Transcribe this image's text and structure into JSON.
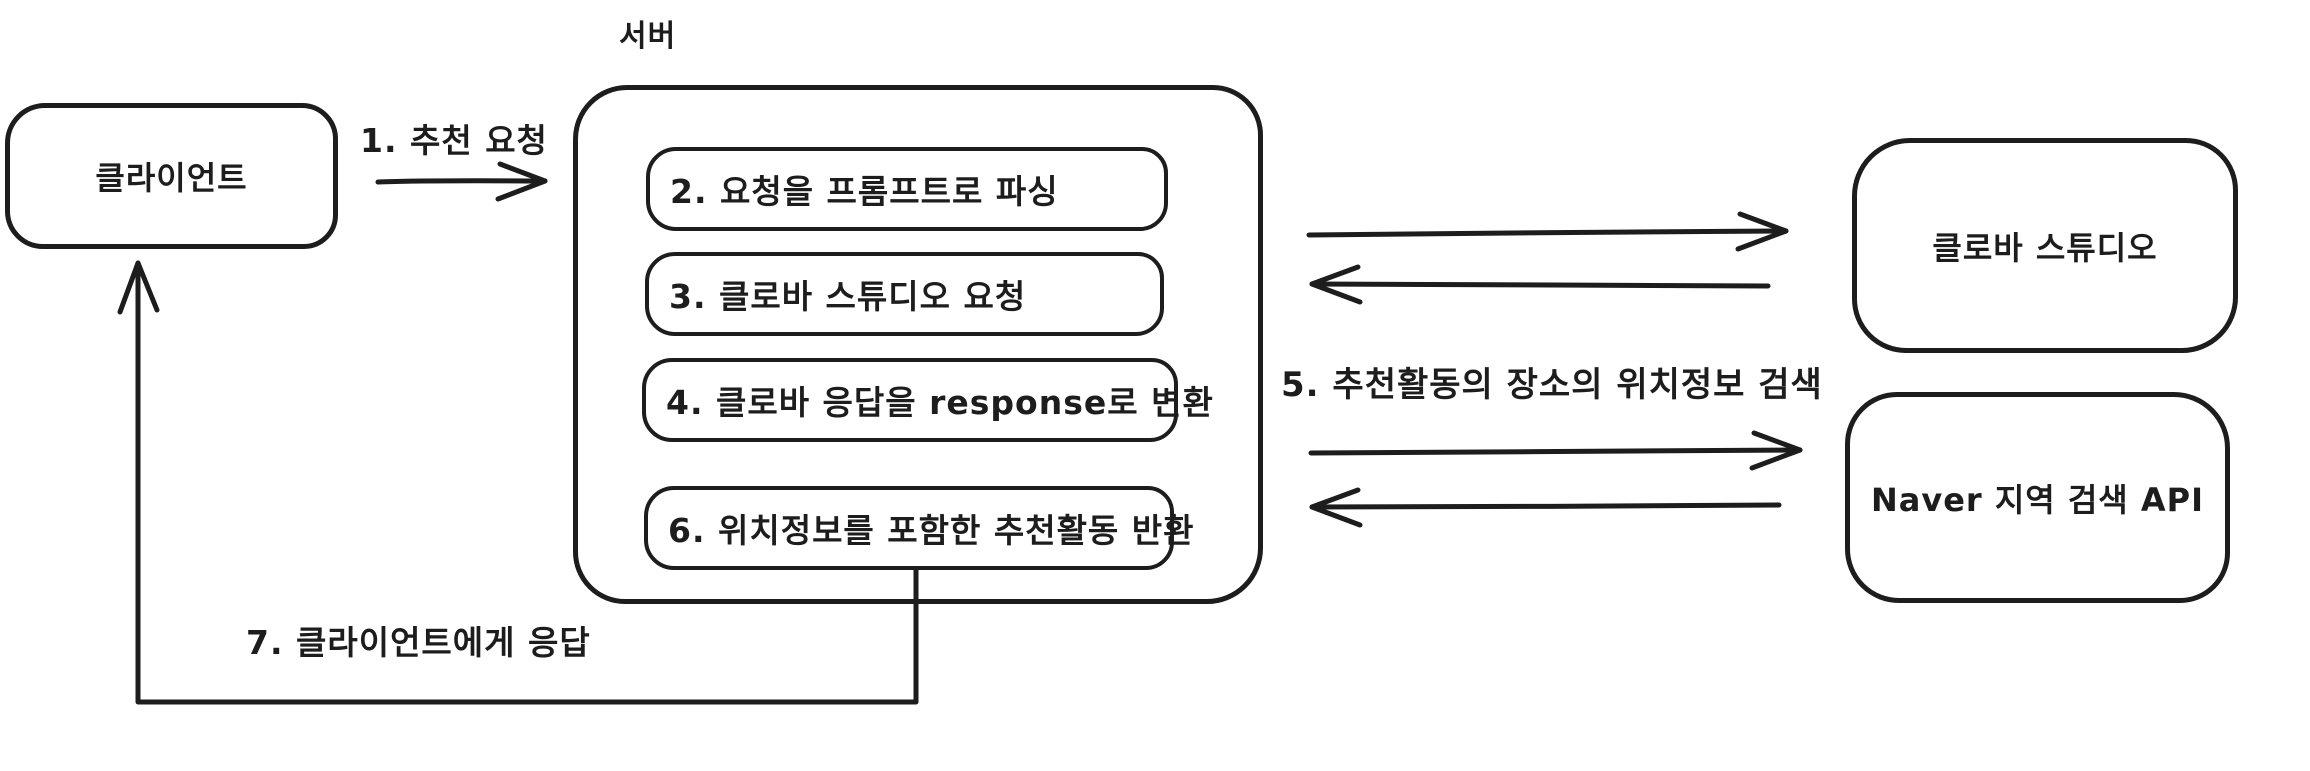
{
  "canvas": {
    "background_color": "#ffffff",
    "stroke_color": "#1d1d1d"
  },
  "nodes": {
    "server_group_label": "서버",
    "client": "클라이언트",
    "steps": [
      "2. 요청을 프롬프트로 파싱",
      "3. 클로바 스튜디오 요청",
      "4. 클로바 응답을 response로 변환",
      "6. 위치정보를 포함한 추천활동 반환"
    ],
    "clova_studio": "클로바 스튜디오",
    "naver_api": "Naver 지역 검색 API"
  },
  "edge_labels": {
    "request": "1. 추천 요청",
    "location_search": "5. 추천활동의 장소의 위치정보 검색",
    "response": "7. 클라이언트에게 응답"
  }
}
